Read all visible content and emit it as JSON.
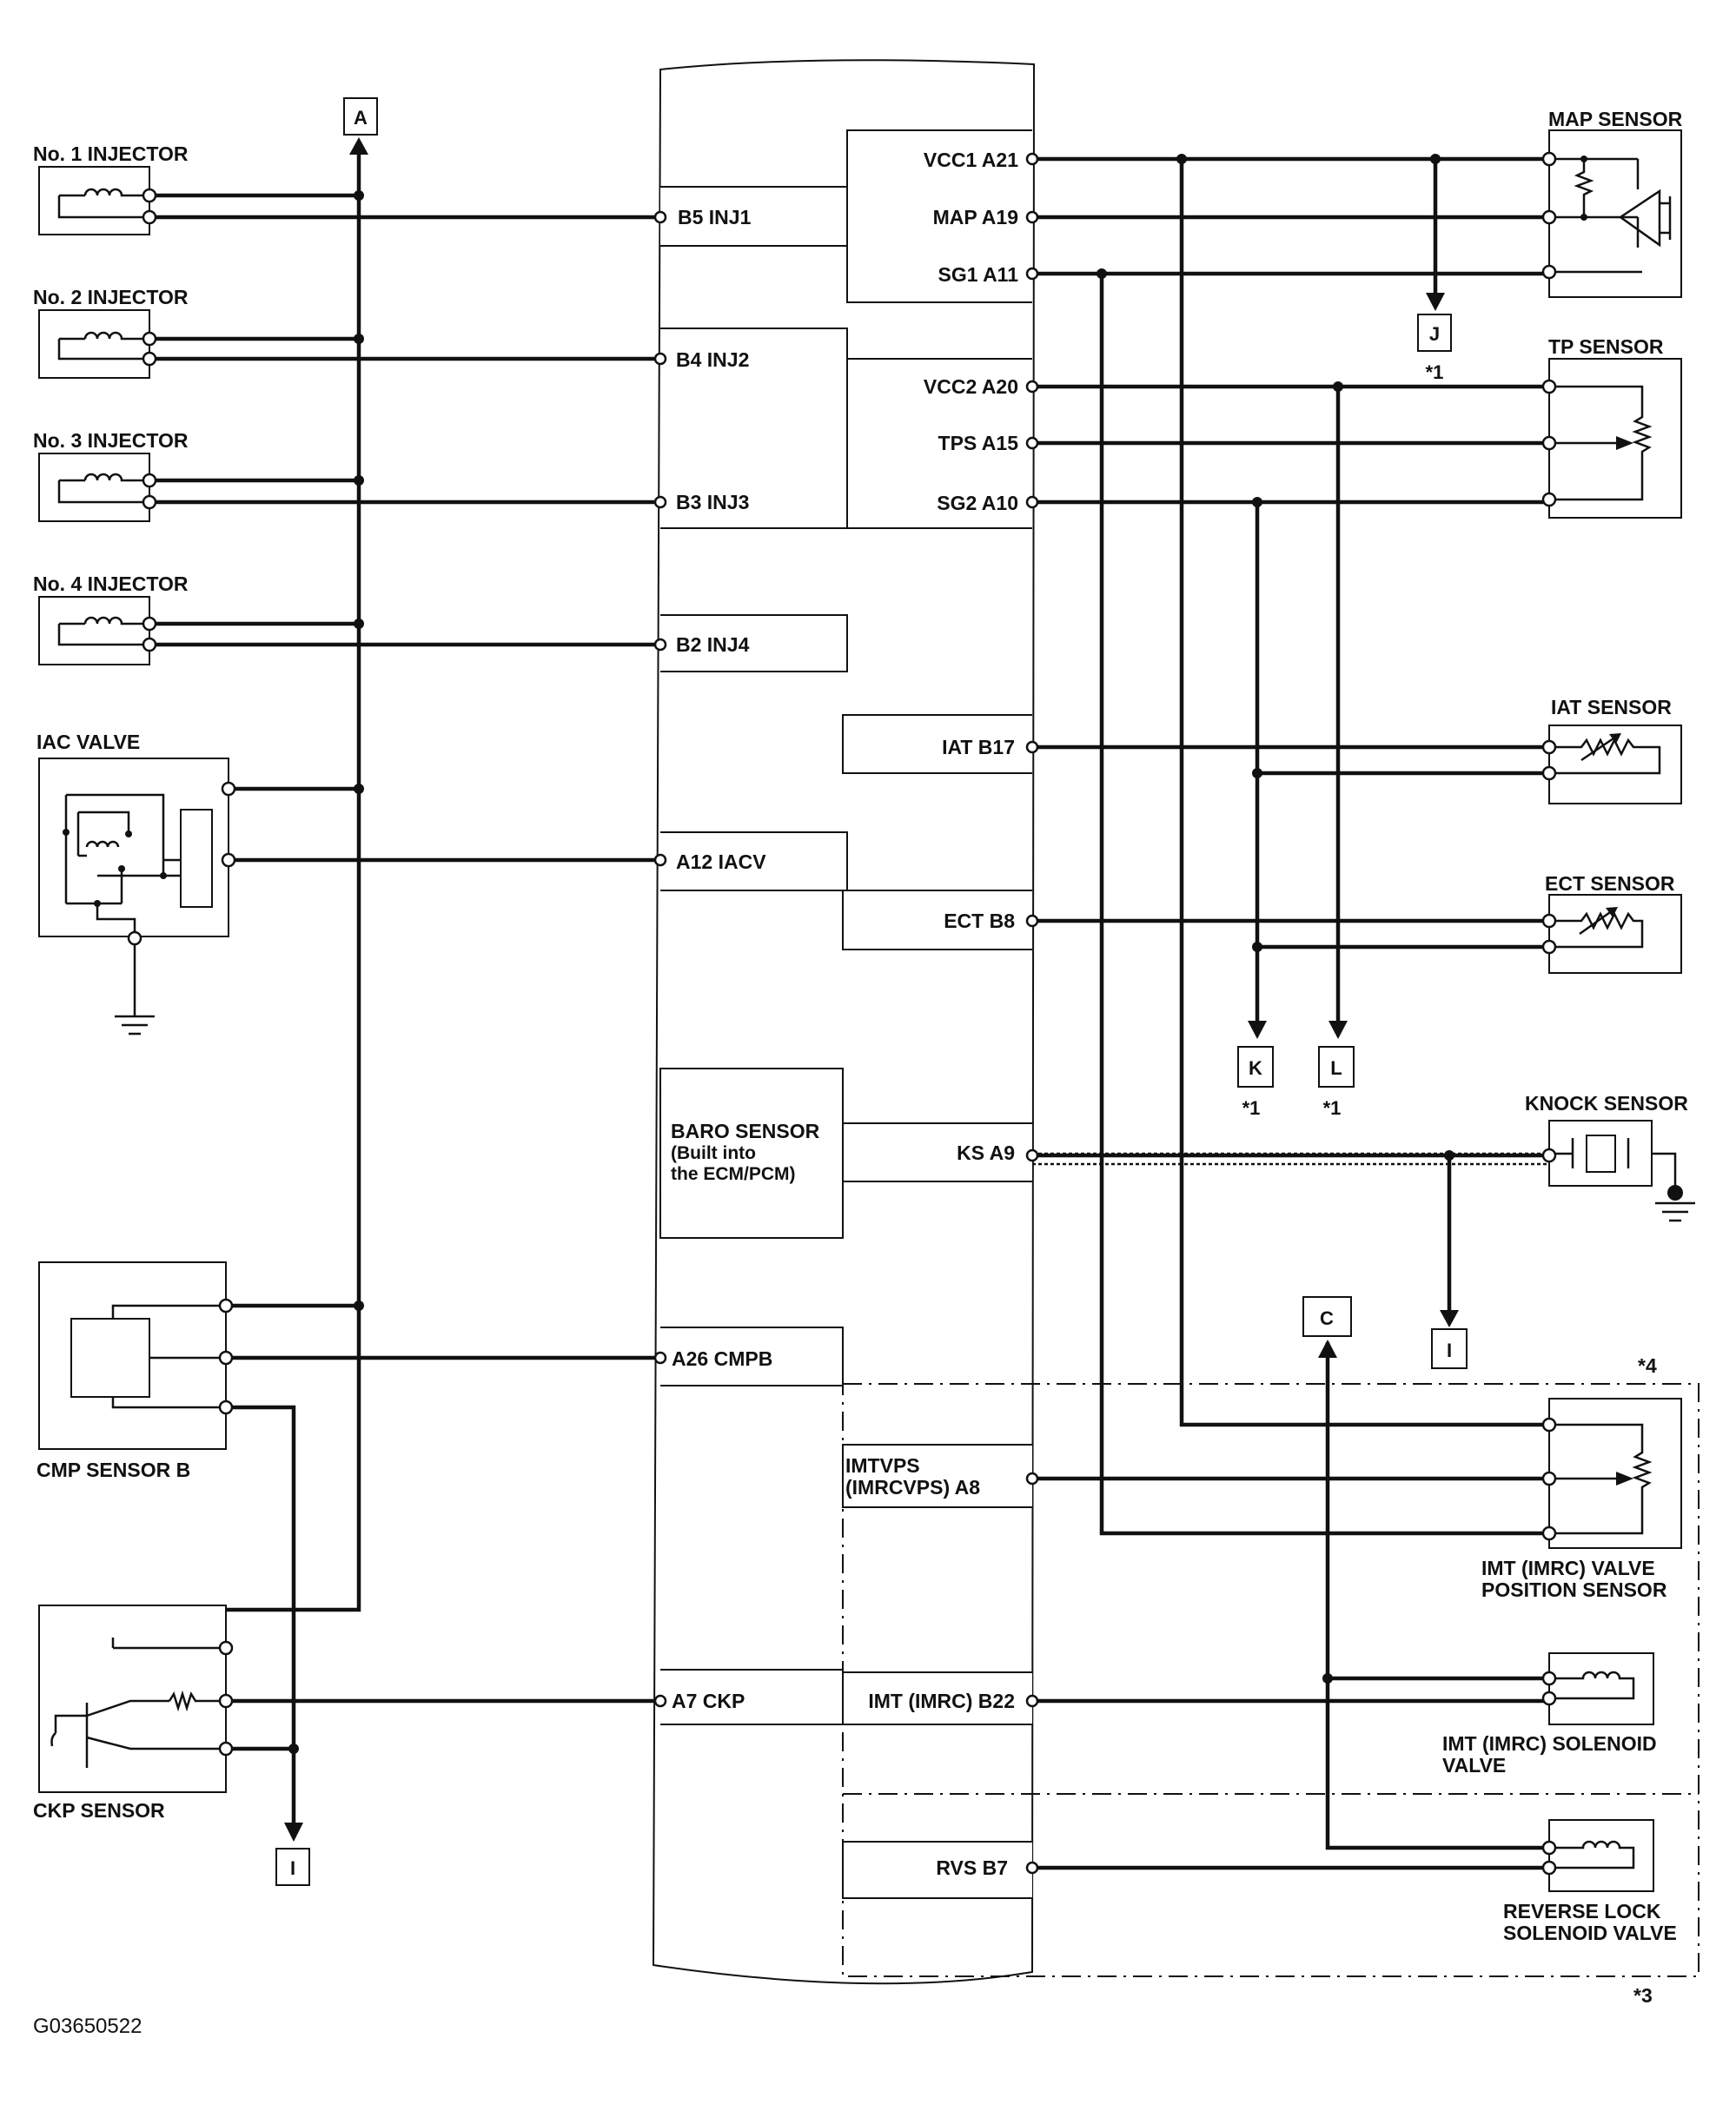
{
  "components": {
    "inj1": "No. 1 INJECTOR",
    "inj2": "No. 2 INJECTOR",
    "inj3": "No. 3 INJECTOR",
    "inj4": "No. 4 INJECTOR",
    "iac": "IAC VALVE",
    "cmp": "CMP SENSOR B",
    "ckp": "CKP SENSOR",
    "map": "MAP SENSOR",
    "tp": "TP SENSOR",
    "iat": "IAT SENSOR",
    "ect": "ECT SENSOR",
    "knock": "KNOCK SENSOR",
    "imt_pos_1": "IMT (IMRC) VALVE",
    "imt_pos_2": "POSITION SENSOR",
    "imt_sol_1": "IMT (IMRC) SOLENOID",
    "imt_sol_2": "VALVE",
    "rev_1": "REVERSE LOCK",
    "rev_2": "SOLENOID VALVE"
  },
  "ecm_pins_left": [
    "B5 INJ1",
    "B4 INJ2",
    "B3 INJ3",
    "B2 INJ4",
    "A12 IACV",
    "A26 CMPB",
    "A7 CKP"
  ],
  "ecm_pins_right": [
    "VCC1 A21",
    "MAP A19",
    "SG1 A11",
    "VCC2 A20",
    "TPS A15",
    "SG2 A10",
    "IAT B17",
    "ECT B8",
    "KS A9",
    "IMT (IMRC) B22",
    "RVS B7"
  ],
  "ecm_pin_imtvps_1": "IMTVPS",
  "ecm_pin_imtvps_2": "(IMRCVPS) A8",
  "baro": [
    "BARO SENSOR",
    "(Built into",
    "the ECM/PCM)"
  ],
  "connectors": {
    "a": "A",
    "j": "J",
    "k": "K",
    "l": "L",
    "i_knock": "I",
    "c": "C",
    "i_bottom": "I"
  },
  "notes": {
    "j": "*1",
    "k": "*1",
    "l": "*1",
    "n4": "*4",
    "n3": "*3"
  },
  "figure_id": "G03650522"
}
